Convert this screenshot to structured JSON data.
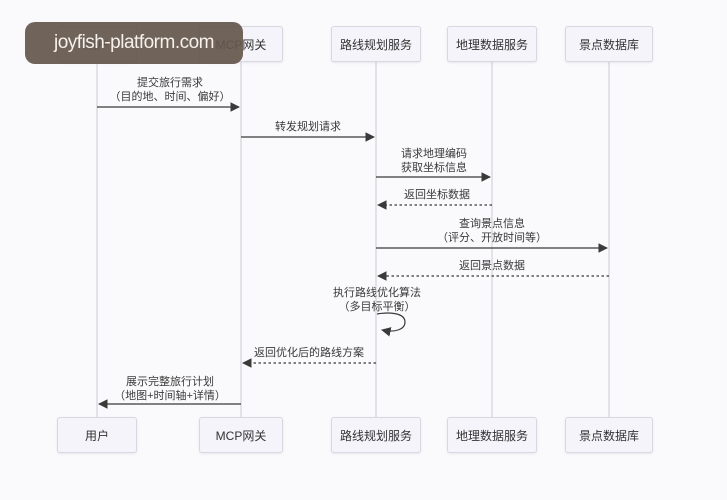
{
  "watermark": {
    "text": "joyfish-platform.com"
  },
  "colors": {
    "background": "#faf9fb",
    "box_fill": "#f4f4fa",
    "box_border": "#d8d8e2",
    "lifeline": "#d3d3dc",
    "arrow": "#3a3a3a",
    "text": "#3a3a3a",
    "watermark_bg": "#635c4c",
    "watermark_text": "#f6f1ec"
  },
  "participants": [
    {
      "label": "用户"
    },
    {
      "label": "MCP网关"
    },
    {
      "label": "路线规划服务"
    },
    {
      "label": "地理数据服务"
    },
    {
      "label": "景点数据库"
    }
  ],
  "messages": [
    {
      "from": "用户",
      "to": "MCP网关",
      "style": "solid",
      "line1": "提交旅行需求",
      "line2": "（目的地、时间、偏好）"
    },
    {
      "from": "MCP网关",
      "to": "路线规划服务",
      "style": "solid",
      "line1": "转发规划请求"
    },
    {
      "from": "路线规划服务",
      "to": "地理数据服务",
      "style": "solid",
      "line1": "请求地理编码",
      "line2": "获取坐标信息"
    },
    {
      "from": "地理数据服务",
      "to": "路线规划服务",
      "style": "dashed",
      "line1": "返回坐标数据"
    },
    {
      "from": "路线规划服务",
      "to": "景点数据库",
      "style": "solid",
      "line1": "查询景点信息",
      "line2": "（评分、开放时间等）"
    },
    {
      "from": "景点数据库",
      "to": "路线规划服务",
      "style": "dashed",
      "line1": "返回景点数据"
    },
    {
      "from": "路线规划服务",
      "to": "路线规划服务",
      "style": "self",
      "line1": "执行路线优化算法",
      "line2": "（多目标平衡）"
    },
    {
      "from": "路线规划服务",
      "to": "MCP网关",
      "style": "dashed",
      "line1": "返回优化后的路线方案"
    },
    {
      "from": "MCP网关",
      "to": "用户",
      "style": "solid",
      "line1": "展示完整旅行计划",
      "line2": "（地图+时间轴+详情）"
    }
  ]
}
